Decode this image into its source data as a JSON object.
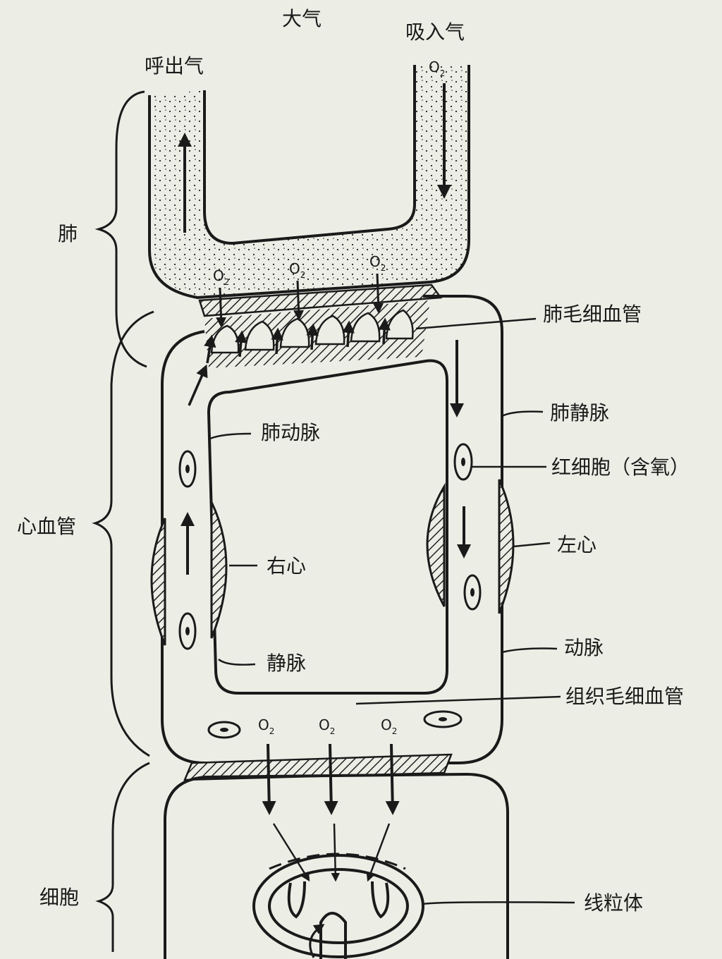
{
  "labels": {
    "atmosphere": "大气",
    "exhaled_air": "呼出气",
    "inhaled_air": "吸入气",
    "lung": "肺",
    "cardiovascular": "心血管",
    "cell": "细胞",
    "pulmonary_capillary": "肺毛细血管",
    "pulmonary_artery": "肺动脉",
    "pulmonary_vein": "肺静脉",
    "red_blood_cell": "红细胞（含氧）",
    "right_heart": "右心",
    "left_heart": "左心",
    "vein": "静脉",
    "artery": "动脉",
    "tissue_capillary": "组织毛细血管",
    "mitochondrion": "线粒体"
  },
  "gas": {
    "symbol": "O",
    "subscript": "2"
  },
  "colors": {
    "ink": "#1a1a1a",
    "paper": "#eceee6"
  }
}
